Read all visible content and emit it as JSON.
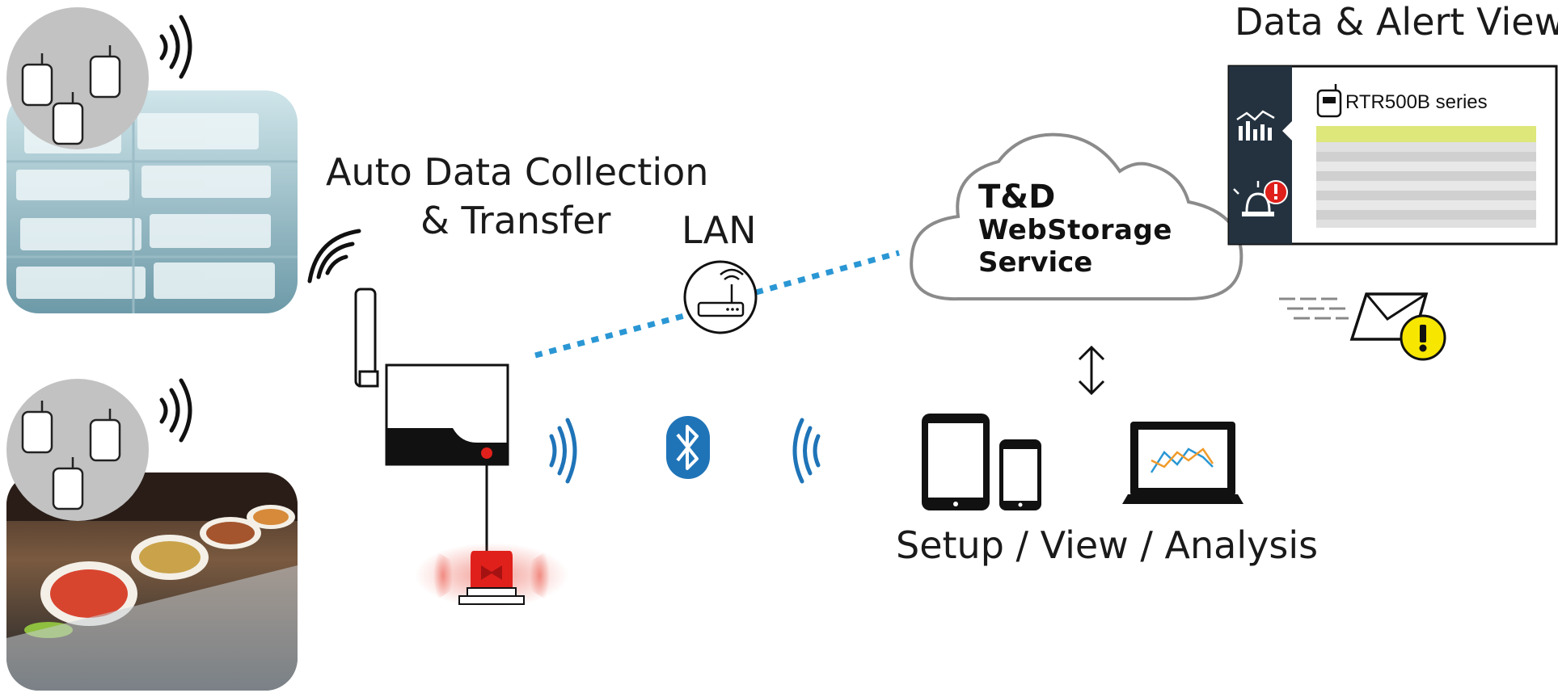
{
  "labels": {
    "auto_collection_line1": "Auto Data Collection",
    "auto_collection_line2": "& Transfer",
    "lan": "LAN",
    "cloud_line1": "T&D",
    "cloud_line2": "WebStorage",
    "cloud_line3": "Service",
    "data_alert_view": "Data & Alert View",
    "series_name": "RTR500B series",
    "setup_view_analysis": "Setup / View / Analysis"
  },
  "icons": [
    "sensor-cluster-icon",
    "wireless-signal-icon",
    "base-station-icon",
    "alarm-lamp-icon",
    "router-icon",
    "bluetooth-icon",
    "cloud-icon",
    "up-down-arrow-icon",
    "tablet-icon",
    "smartphone-icon",
    "laptop-icon",
    "email-alert-icon",
    "warning-icon",
    "graph-icon",
    "alarm-icon"
  ],
  "colors": {
    "accent_blue": "#1f74b8",
    "link_dots": "#2a97d4",
    "alert_red": "#e0201b",
    "highlight_yellow": "#dde77a",
    "panel_dark": "#243240",
    "warning_yellow": "#f6e600"
  }
}
